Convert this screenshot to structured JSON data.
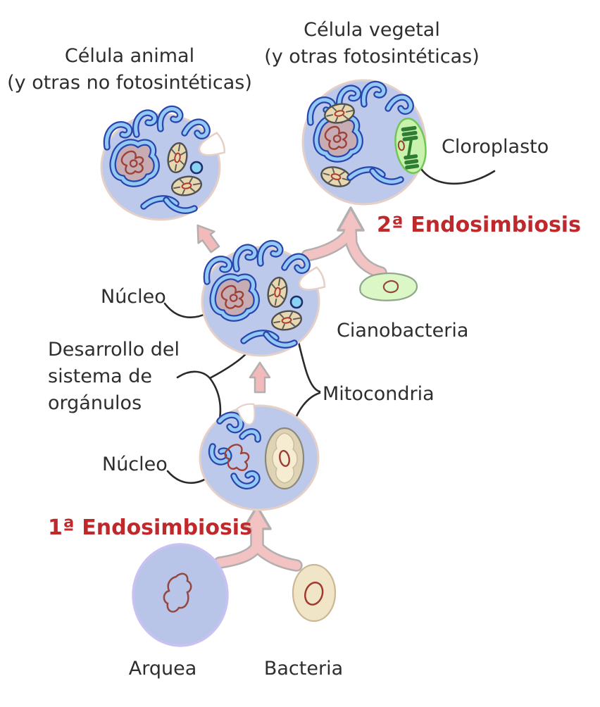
{
  "title": "Diagrama de endosimbiosis",
  "labels": {
    "celula_animal_line1": "Célula animal",
    "celula_animal_line2": "(y otras no fotosintéticas)",
    "celula_vegetal_line1": "Célula vegetal",
    "celula_vegetal_line2": "(y otras fotosintéticas)",
    "cloroplasto": "Cloroplasto",
    "endosimbiosis_2": "2ª Endosimbiosis",
    "cianobacteria": "Cianobacteria",
    "nucleo_superior": "Núcleo",
    "desarrollo_line1": "Desarrollo del",
    "desarrollo_line2": "sistema de",
    "desarrollo_line3": "orgánulos",
    "mitocondria": "Mitocondria",
    "nucleo_inferior": "Núcleo",
    "endosimbiosis_1": "1ª Endosimbiosis",
    "arquea": "Arquea",
    "bacteria": "Bacteria"
  },
  "colors": {
    "heading_red": "#c0292b",
    "label_black": "#2e2e2e",
    "cell_fill": "#bdc9ea",
    "cell_border": "#e5d0c8",
    "er_outline": "#2946ad",
    "er_fill": "#94c8f5",
    "nucleoplasm": "#c9a5a5",
    "dna_red": "#9e4238",
    "mitochondria_fill": "#e7d8b0",
    "mitochondria_outline": "#4f4f4f",
    "chloroplast_fill": "#c9f2ad",
    "chloroplast_border": "#72c658",
    "chloroplast_grana": "#2e7d33",
    "vesicle_fill": "#8ad2f2",
    "cyanobacteria_fill": "#dcf7c6",
    "archaea_fill": "#b8c4e8",
    "archaea_border": "#c8c2f3",
    "bacteria_fill": "#f1e5c7",
    "arrow_pink": "#f3c2c2",
    "arrow_outline": "#b3afaf",
    "connector": "#2a2a2a"
  }
}
